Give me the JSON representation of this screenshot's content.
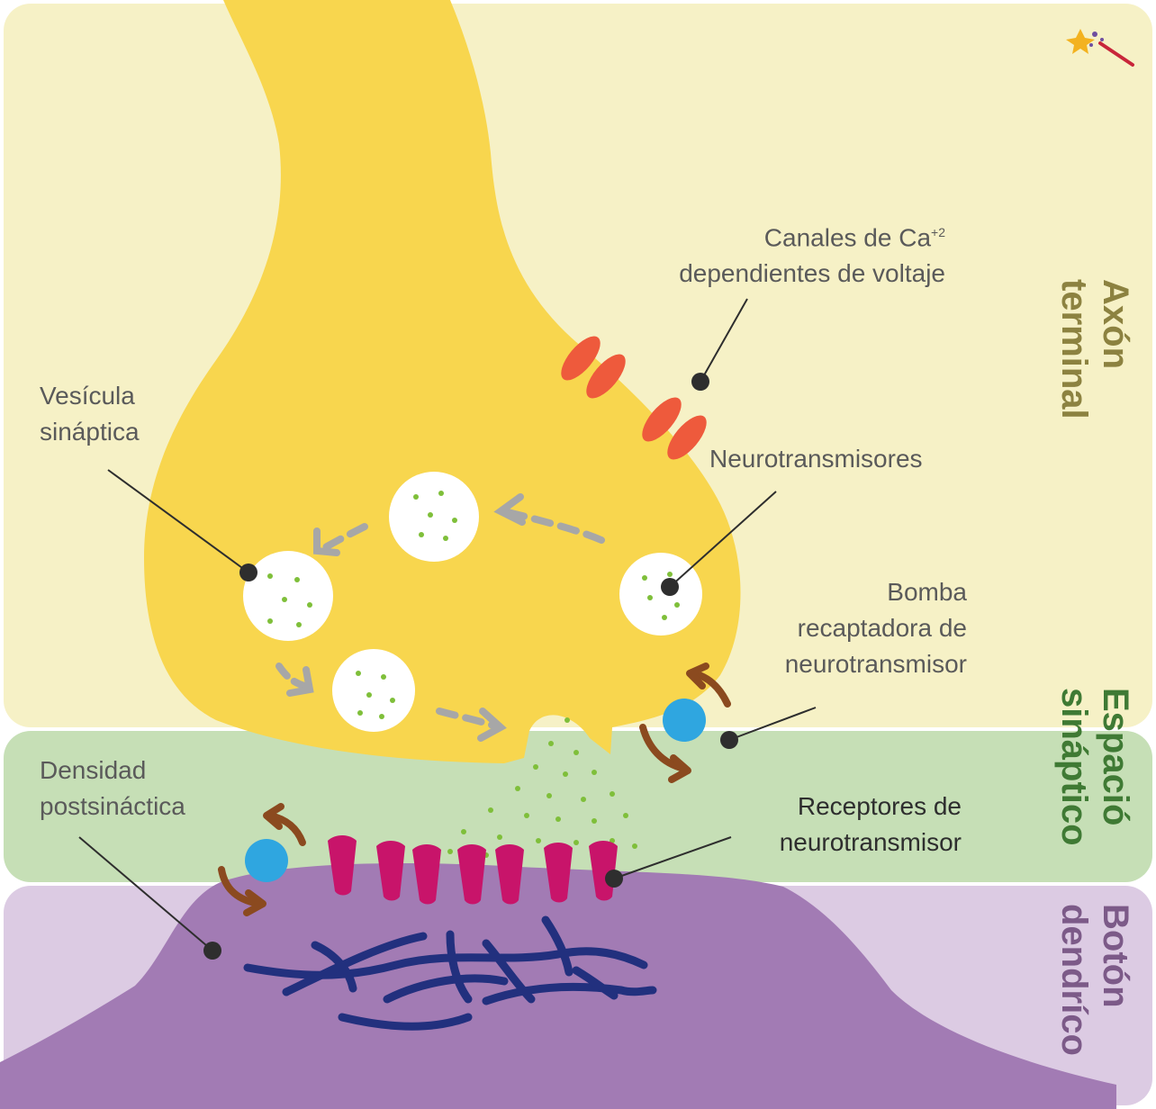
{
  "labels": {
    "ca_channels_line1": "Canales de Ca",
    "ca_channels_sup": "+2",
    "ca_channels_line2": "dependientes de voltaje",
    "vesicle_line1": "Vesícula",
    "vesicle_line2": "sináptica",
    "neurotransmitters": "Neurotransmisores",
    "pump_line1": "Bomba",
    "pump_line2": "recaptadora de",
    "pump_line3": "neurotransmisor",
    "density_line1": "Densidad",
    "density_line2": "postsináctica",
    "receptors_line1": "Receptores de",
    "receptors_line2": "neurotransmisor"
  },
  "regions": {
    "axon_line1": "Axón",
    "axon_line2": "terminal",
    "cleft_line1": "Espació",
    "cleft_line2": "sináptico",
    "dendrite_line1": "Botón",
    "dendrite_line2": "dendríco"
  },
  "colors": {
    "axon_bg": "#f6f1c6",
    "cleft_bg": "#c6dfb6",
    "dendrite_bg": "#dccbe3",
    "axon_body": "#f8d64e",
    "dendrite_body": "#a27bb4",
    "vesicle": "#ffffff",
    "dots": "#7fbf3a",
    "channels": "#ee5a3c",
    "pump": "#2fa6e0",
    "arrows": "#8b4a1f",
    "receptors": "#c8146a",
    "cytoskeleton": "#22307e",
    "axon_label": "#8c8240",
    "cleft_label": "#3f7a34",
    "dendrite_label": "#7c5a88"
  },
  "icons": [
    "magic-wand-icon"
  ]
}
